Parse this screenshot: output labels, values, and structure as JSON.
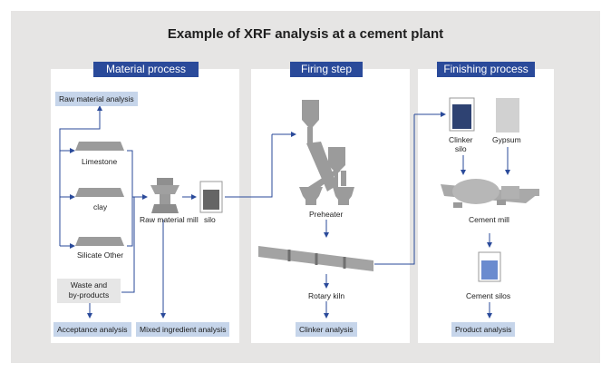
{
  "title": "Example of XRF analysis at a cement plant",
  "sections": {
    "material": "Material process",
    "firing": "Firing step",
    "finishing": "Finishing process"
  },
  "material": {
    "raw_material_analysis": "Raw material analysis",
    "limestone": "Limestone",
    "clay": "clay",
    "silicate_other": "Silicate Other",
    "waste": "Waste and\nby-products",
    "raw_material_mill": "Raw material mill",
    "silo": "silo",
    "acceptance_analysis": "Acceptance analysis",
    "mixed_ingredient_analysis": "Mixed ingredient analysis"
  },
  "firing": {
    "preheater": "Preheater",
    "rotary_kiln": "Rotary kiln",
    "clinker_analysis": "Clinker analysis"
  },
  "finishing": {
    "clinker_silo": "Clinker\nsilo",
    "gypsum": "Gypsum",
    "cement_mill": "Cement mill",
    "cement_silos": "Cement silos",
    "product_analysis": "Product analysis"
  },
  "colors": {
    "accent": "#2a4a9a",
    "label_box": "#c6d5ea",
    "background": "#e6e5e4",
    "equipment": "#a9a9a9"
  }
}
